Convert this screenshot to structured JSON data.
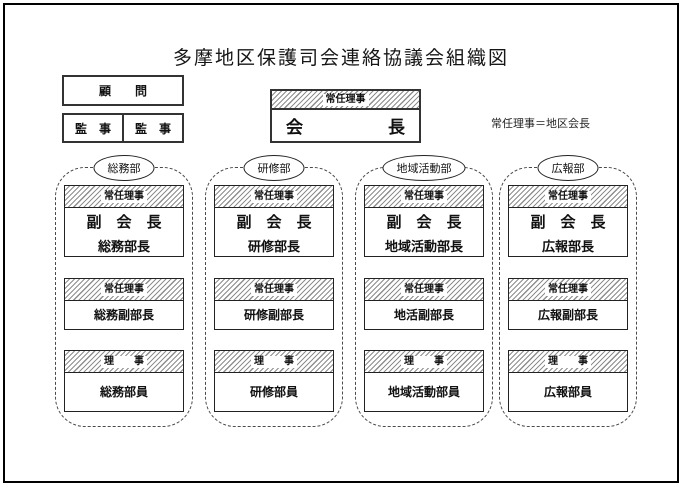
{
  "title": "多摩地区保護司会連絡協議会組織図",
  "note": "常任理事＝地区会長",
  "advisors": {
    "advisor": "顧　　問",
    "auditor_left": "監　事",
    "auditor_right": "監　事"
  },
  "chairman": {
    "role_header": "常任理事",
    "title": "会　　　　　長"
  },
  "departments": [
    {
      "name": "総務部",
      "head": {
        "header": "常任理事",
        "role": "副　会　長",
        "title": "総務部長"
      },
      "deputy": {
        "header": "常任理事",
        "title": "総務副部長"
      },
      "members": {
        "header": "理　　事",
        "title": "総務部員"
      }
    },
    {
      "name": "研修部",
      "head": {
        "header": "常任理事",
        "role": "副　会　長",
        "title": "研修部長"
      },
      "deputy": {
        "header": "常任理事",
        "title": "研修副部長"
      },
      "members": {
        "header": "理　　事",
        "title": "研修部員"
      }
    },
    {
      "name": "地域活動部",
      "head": {
        "header": "常任理事",
        "role": "副　会　長",
        "title": "地域活動部長"
      },
      "deputy": {
        "header": "常任理事",
        "title": "地活副部長"
      },
      "members": {
        "header": "理　　事",
        "title": "地域活動部員"
      }
    },
    {
      "name": "広報部",
      "head": {
        "header": "常任理事",
        "role": "副　会　長",
        "title": "広報部長"
      },
      "deputy": {
        "header": "常任理事",
        "title": "広報副部長"
      },
      "members": {
        "header": "理　　事",
        "title": "広報部員"
      }
    }
  ]
}
